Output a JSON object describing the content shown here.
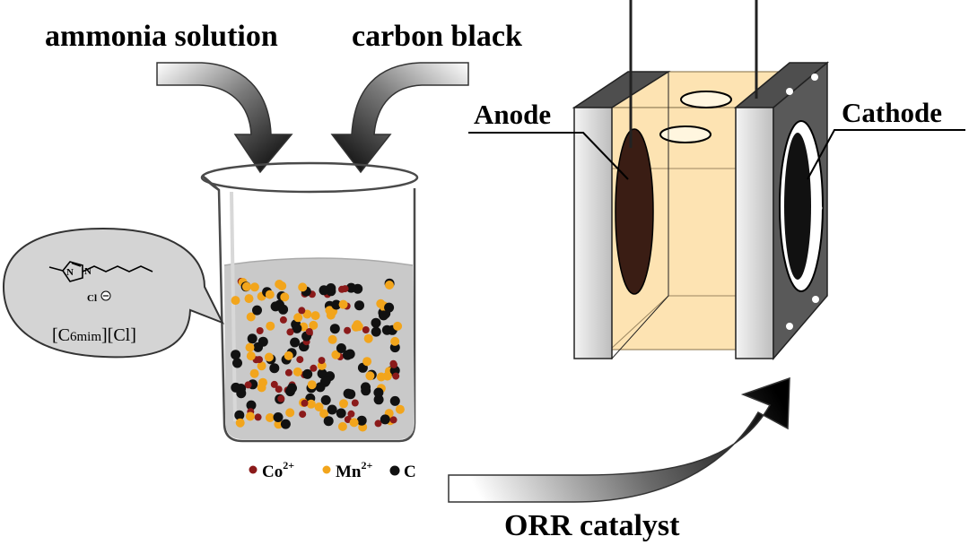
{
  "labels": {
    "ammonia_solution": "ammonia solution",
    "carbon_black": "carbon black",
    "anode": "Anode",
    "cathode": "Cathode",
    "orr_catalyst": "ORR catalyst",
    "ionic_liquid": "[C6mim][Cl]",
    "ionic_liquid_parts": {
      "open": "[C",
      "sub": "6mim",
      "close": "][Cl]"
    },
    "chloride": "Cl",
    "nitrogen": "N"
  },
  "legend": [
    {
      "symbol": "Co",
      "charge": "2+",
      "color": "#8b1a1a"
    },
    {
      "symbol": "Mn",
      "charge": "2+",
      "color": "#f2a51c"
    },
    {
      "symbol": "C",
      "charge": "",
      "color": "#111111"
    }
  ],
  "colors": {
    "electrolyte": "#fde3b2",
    "liquid": "#c9c9c9",
    "bubble": "#d4d4d4",
    "electrode": "#3a1d14",
    "frame": "#595959",
    "frame_side": "#dcdcdc"
  }
}
